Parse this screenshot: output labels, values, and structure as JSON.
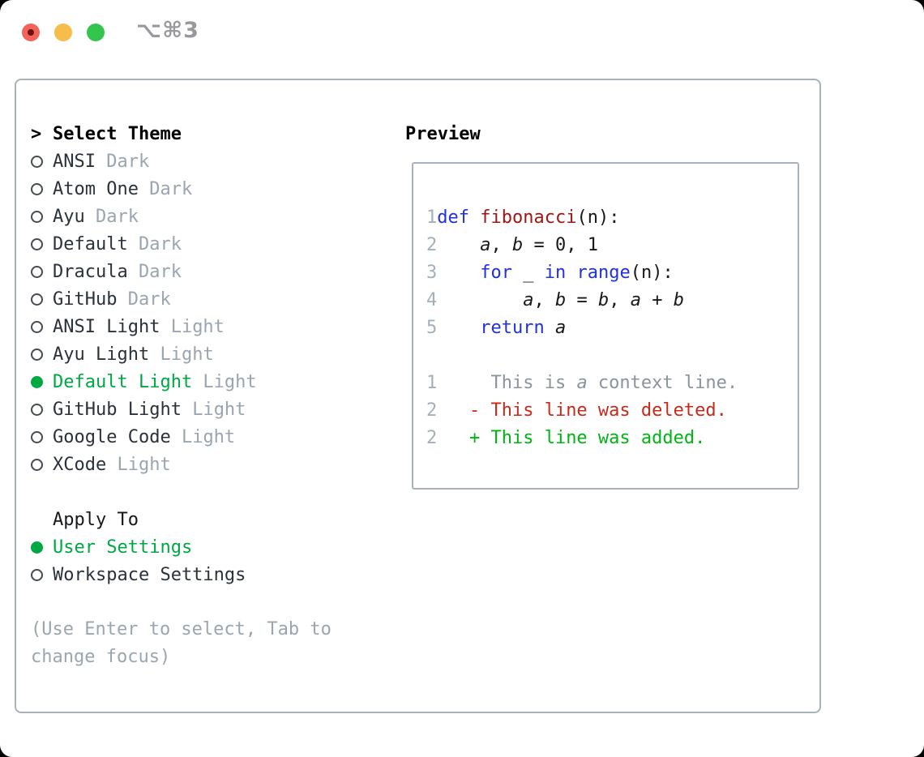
{
  "window": {
    "title": "⌥⌘3"
  },
  "titlebar": {
    "buttons": [
      {
        "name": "close",
        "color": "#f2635a",
        "dot": "#70100e"
      },
      {
        "name": "minimize",
        "color": "#f6bd4b"
      },
      {
        "name": "zoom",
        "color": "#33c64e"
      }
    ]
  },
  "theme_menu": {
    "heading_marker": ">",
    "heading": "Select Theme",
    "items": [
      {
        "name": "ANSI",
        "variant": "Dark",
        "selected": false
      },
      {
        "name": "Atom One",
        "variant": "Dark",
        "selected": false
      },
      {
        "name": "Ayu",
        "variant": "Dark",
        "selected": false
      },
      {
        "name": "Default",
        "variant": "Dark",
        "selected": false
      },
      {
        "name": "Dracula",
        "variant": "Dark",
        "selected": false
      },
      {
        "name": "GitHub",
        "variant": "Dark",
        "selected": false
      },
      {
        "name": "ANSI Light",
        "variant": "Light",
        "selected": false
      },
      {
        "name": "Ayu Light",
        "variant": "Light",
        "selected": false
      },
      {
        "name": "Default Light",
        "variant": "Light",
        "selected": true
      },
      {
        "name": "GitHub Light",
        "variant": "Light",
        "selected": false
      },
      {
        "name": "Google Code",
        "variant": "Light",
        "selected": false
      },
      {
        "name": "XCode",
        "variant": "Light",
        "selected": false
      }
    ]
  },
  "apply_to": {
    "heading": "Apply To",
    "options": [
      {
        "label": "User Settings",
        "selected": true
      },
      {
        "label": "Workspace Settings",
        "selected": false
      }
    ]
  },
  "hint": "(Use Enter to select, Tab to change focus)",
  "preview": {
    "heading": "Preview",
    "code_lines": [
      {
        "num": "1",
        "tokens": [
          {
            "t": "def",
            "c": "kw"
          },
          {
            "t": " "
          },
          {
            "t": "fibonacci",
            "c": "fn"
          },
          {
            "t": "(n):"
          }
        ]
      },
      {
        "num": "2",
        "tokens": [
          {
            "t": "    "
          },
          {
            "t": "a",
            "c": "var"
          },
          {
            "t": ", "
          },
          {
            "t": "b",
            "c": "var"
          },
          {
            "t": " = 0, 1"
          }
        ]
      },
      {
        "num": "3",
        "tokens": [
          {
            "t": "    "
          },
          {
            "t": "for",
            "c": "kw"
          },
          {
            "t": " _ "
          },
          {
            "t": "in",
            "c": "kw"
          },
          {
            "t": " "
          },
          {
            "t": "range",
            "c": "kw"
          },
          {
            "t": "(n):"
          }
        ]
      },
      {
        "num": "4",
        "tokens": [
          {
            "t": "        "
          },
          {
            "t": "a",
            "c": "var"
          },
          {
            "t": ", "
          },
          {
            "t": "b",
            "c": "var"
          },
          {
            "t": " = "
          },
          {
            "t": "b",
            "c": "var"
          },
          {
            "t": ", "
          },
          {
            "t": "a",
            "c": "var"
          },
          {
            "t": " + "
          },
          {
            "t": "b",
            "c": "var"
          }
        ]
      },
      {
        "num": "5",
        "tokens": [
          {
            "t": "    "
          },
          {
            "t": "return",
            "c": "kw"
          },
          {
            "t": " "
          },
          {
            "t": "a",
            "c": "var"
          }
        ]
      }
    ],
    "diff_lines": [
      {
        "num": "1",
        "kind": "context",
        "tokens": [
          {
            "t": "     This is "
          },
          {
            "t": "a",
            "c": "var"
          },
          {
            "t": " context line."
          }
        ]
      },
      {
        "num": "2",
        "kind": "deleted",
        "tokens": [
          {
            "t": "   - This line was deleted."
          }
        ]
      },
      {
        "num": "2",
        "kind": "added",
        "tokens": [
          {
            "t": "   + This line was added."
          }
        ]
      }
    ]
  },
  "colors": {
    "selection_green": "#00a843",
    "keyword_blue": "#2030e8",
    "function_red": "#a31515",
    "diff_deleted_red": "#c9291a",
    "diff_added_green": "#00b414",
    "secondary_gray": "#9aa5b1",
    "line_number_gray": "#a5afbb",
    "context_gray": "#8b939d",
    "border_gray": "#a9b1bb",
    "titlebar_gray": "#98989d",
    "traffic_red": "#f2635a",
    "traffic_yellow": "#f6bd4b",
    "traffic_green": "#33c64e"
  }
}
